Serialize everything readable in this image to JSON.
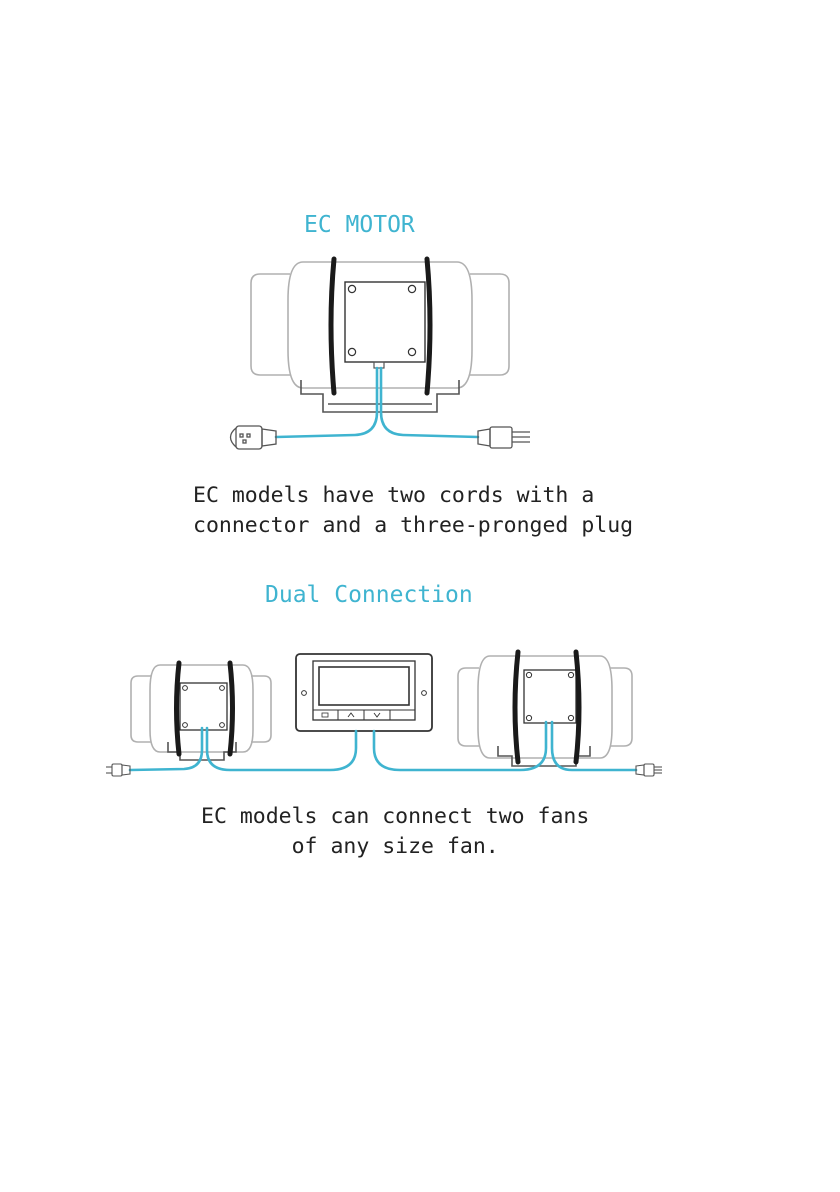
{
  "colors": {
    "accent": "#3fb4d0",
    "text": "#222222",
    "outline": "#b0b0b0"
  },
  "ec_motor": {
    "title": "EC MOTOR",
    "caption_line1": "EC models have two cords with a",
    "caption_line2": "connector and a three-pronged plug",
    "icons": [
      "inline-fan-icon",
      "connector-plug-icon",
      "three-pronged-plug-icon"
    ]
  },
  "dual_connection": {
    "title": "Dual Connection",
    "caption_line1": "EC models can connect two fans",
    "caption_line2": "of any size fan.",
    "icons": [
      "inline-fan-icon",
      "speed-controller-icon",
      "plug-icon"
    ]
  }
}
